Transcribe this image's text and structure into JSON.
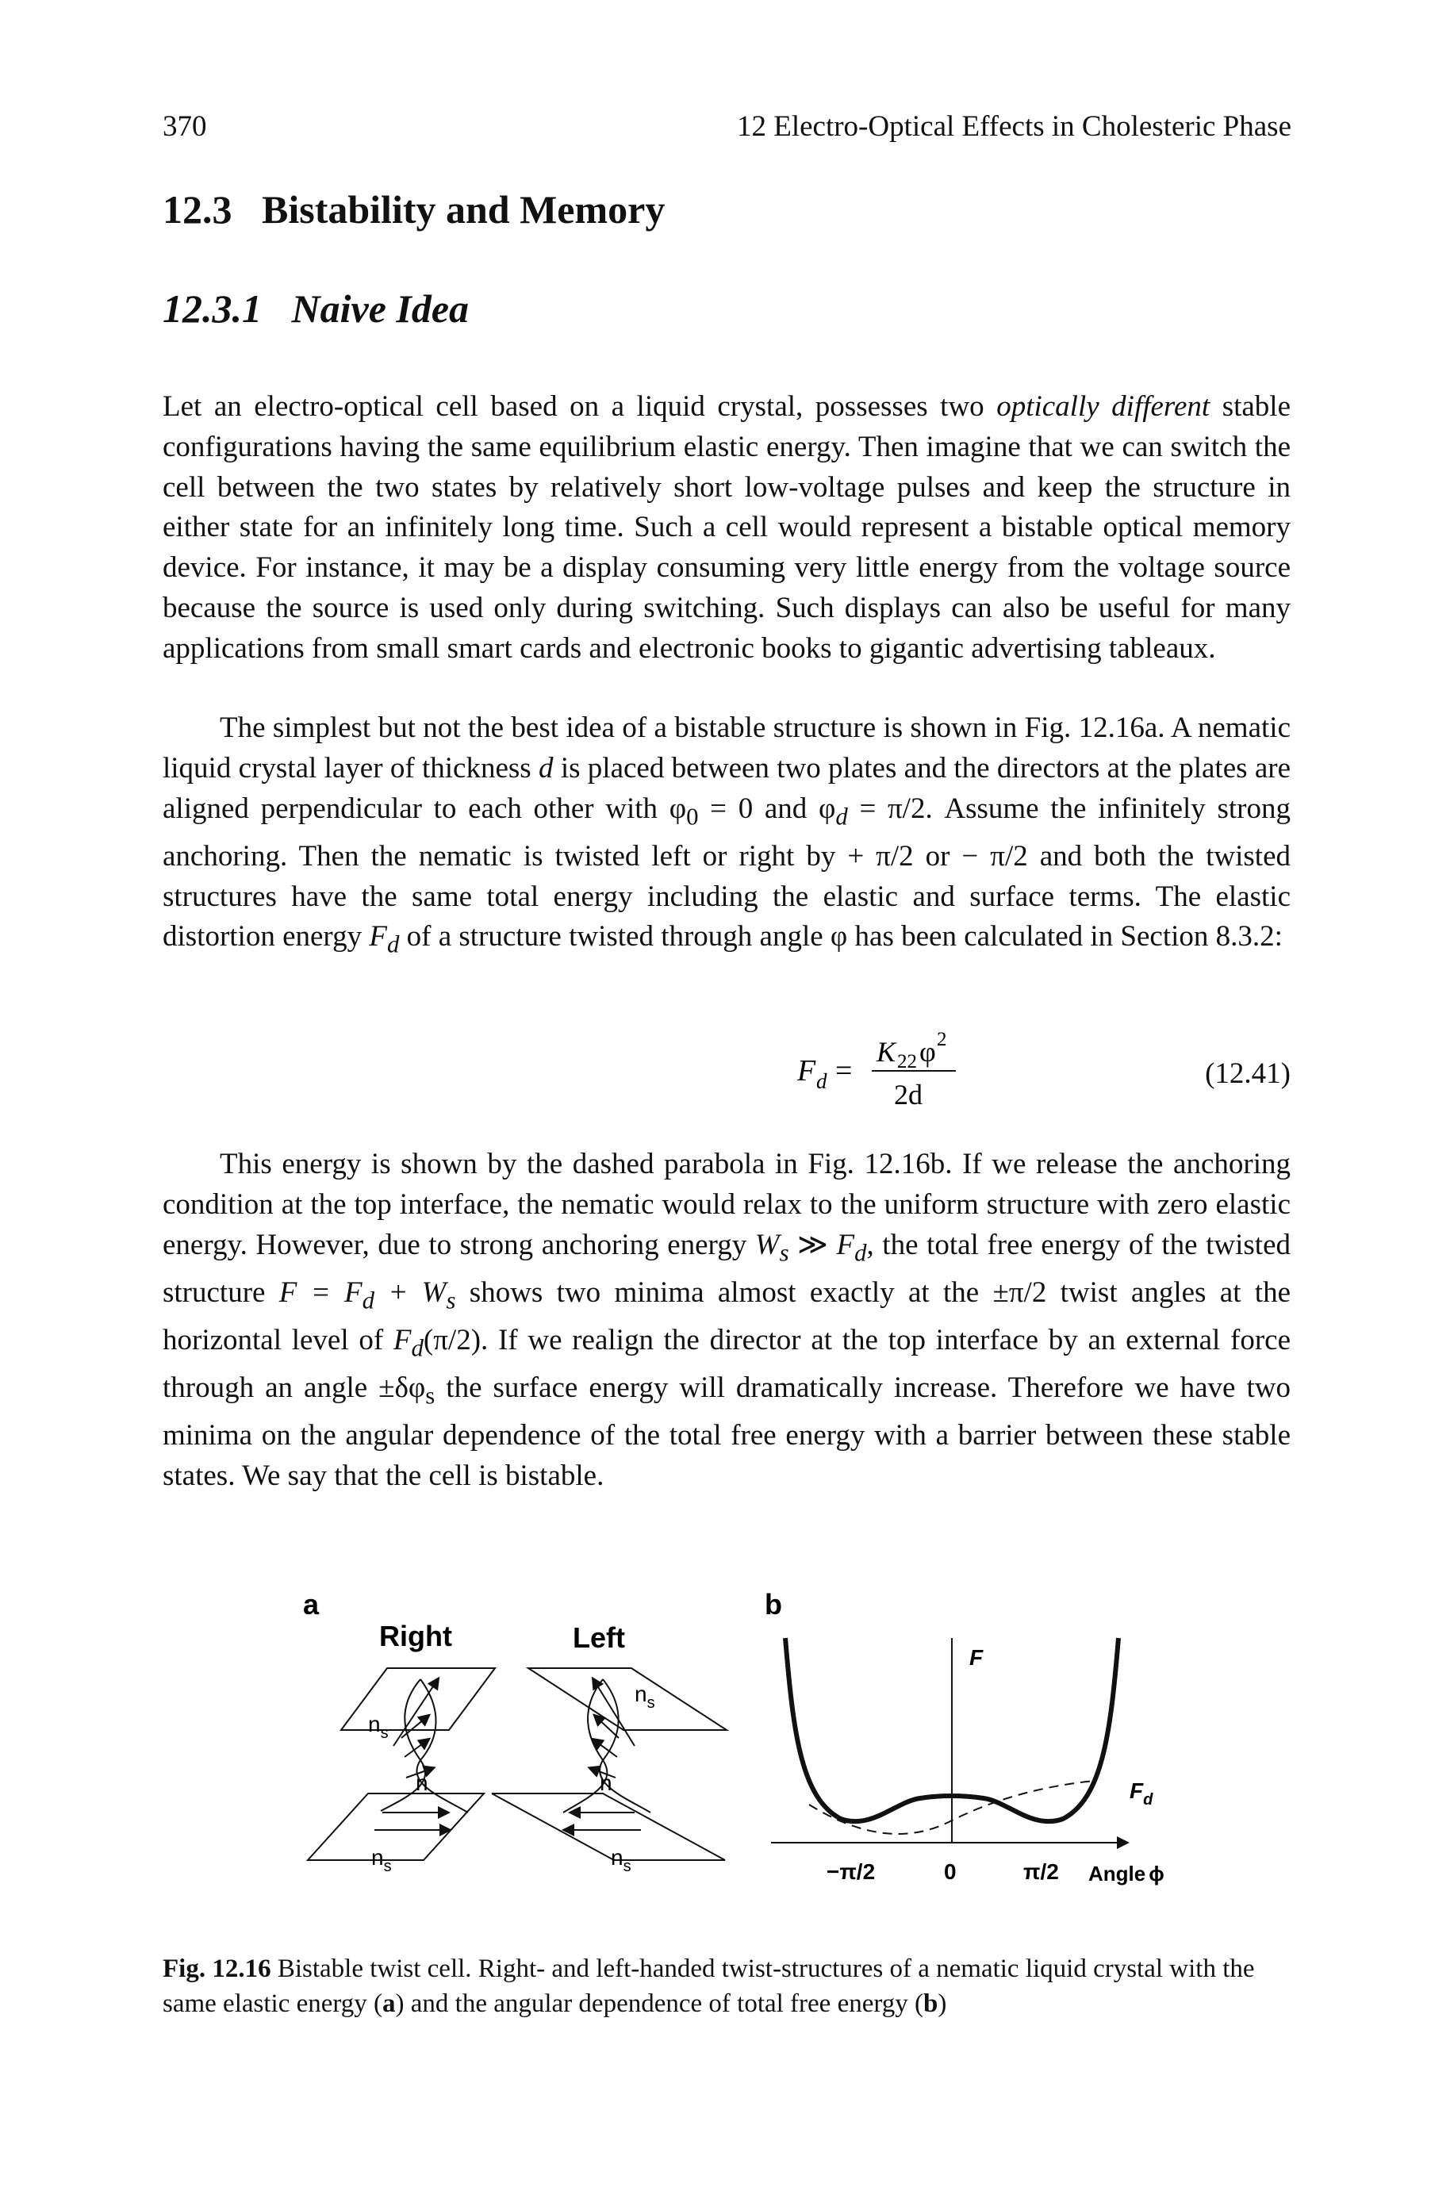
{
  "header": {
    "page_number": "370",
    "chapter_title": "12 Electro-Optical Effects in Cholesteric Phase"
  },
  "section": {
    "number_title": "12.3   Bistability and Memory"
  },
  "subsection": {
    "number_title": "12.3.1   Naive Idea"
  },
  "paragraphs": {
    "p1_a": "Let an electro-optical cell based on a liquid crystal, possesses two ",
    "p1_em": "optically different",
    "p1_b": " stable configurations having the same equilibrium elastic energy. Then imagine that we can switch the cell between the two states by relatively short low-voltage pulses and keep the structure in either state for an infinitely long time. Such a cell would represent a bistable optical memory device. For instance, it may be a display consuming very little energy from the voltage source because the source is used only during switching. Such displays can also be useful for many applications from small smart cards and electronic books to gigantic advertising tableaux.",
    "p2_a": "The simplest but not the best idea of a bistable structure is shown in Fig. 12.16a. A nematic liquid crystal layer of thickness ",
    "p2_d": "d",
    "p2_b": " is placed between two plates and the directors at the plates are aligned perpendicular to each other with φ",
    "p2_sub0": "0",
    "p2_c": " = 0 and φ",
    "p2_subd": "d",
    "p2_e": " = π/2. Assume the infinitely strong anchoring. Then the nematic is twisted left or right by + π/2 or − π/2 and both the twisted structures have the same total energy including the elastic and surface terms. The elastic distortion energy ",
    "p2_F": "F",
    "p2_Fsub": "d",
    "p2_f": " of a structure twisted through angle φ has been calculated in Section 8.3.2:",
    "p3_a": "This energy is shown by the dashed parabola in Fig. 12.16b. If we release the anchoring condition at the top interface, the nematic would relax to the uniform structure with zero elastic energy. However, due to strong anchoring energy ",
    "p3_W": "W",
    "p3_Wsub": "s",
    "p3_b": " ≫ ",
    "p3_F": "F",
    "p3_Fsub": "d",
    "p3_c": ", the total free energy of the twisted structure ",
    "p3_eq": "F = F",
    "p3_eqsub": "d",
    "p3_eq2": " + W",
    "p3_eqsub2": "s",
    "p3_d": " shows two minima almost exactly at the ±π/2 twist angles at the horizontal level of ",
    "p3_F2": "F",
    "p3_F2sub": "d",
    "p3_e": "(π/2). If we realign the director at the top interface by an external force through an angle ±δφ",
    "p3_ssub": "s",
    "p3_f": " the surface energy will dramatically increase. Therefore we have two minima on the angular dependence of the total free energy with a barrier between these stable states. We say that the cell is bistable."
  },
  "equation": {
    "lhs": "F",
    "lhs_sub": "d",
    "equals": "=",
    "numerator": "K",
    "numerator_sub": "22",
    "numerator_phi": "φ",
    "numerator_sup": "2",
    "denominator": "2d",
    "number": "(12.41)"
  },
  "figure": {
    "panel_a_label": "a",
    "panel_b_label": "b",
    "right_label": "Right",
    "left_label": "Left",
    "ns": "n",
    "ns_sub": "s",
    "n": "n",
    "F_label": "F",
    "Fd_label": "F",
    "Fd_sub": "d",
    "tick_neg": "−π/2",
    "tick_zero": "0",
    "tick_pos": "π/2",
    "angle_label": "Angle",
    "angle_symbol": "ϕ"
  },
  "caption": {
    "label": "Fig. 12.16",
    "text": "  Bistable twist cell. Right- and left-handed twist-structures of a nematic liquid crystal with the same elastic energy (",
    "a": "a",
    "mid": ") and the angular dependence of total free energy (",
    "b": "b",
    "end": ")"
  }
}
